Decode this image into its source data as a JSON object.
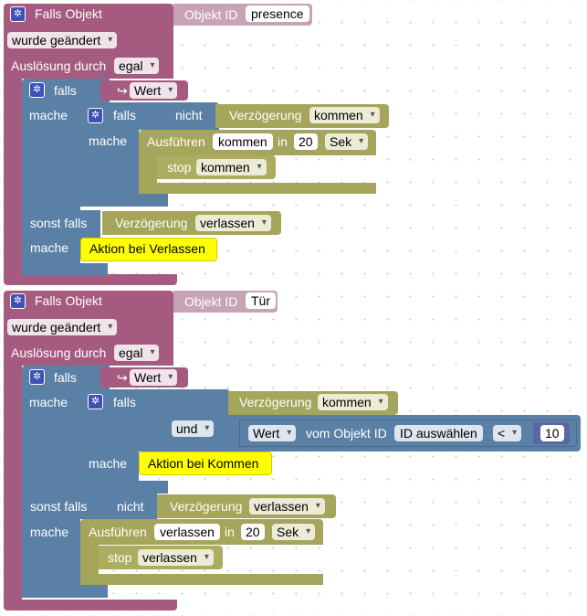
{
  "block1": {
    "header": "Falls Objekt",
    "obj_label": "Objekt ID",
    "obj_value": "presence",
    "change": "wurde geändert",
    "trigger_label": "Auslösung durch",
    "trigger_value": "egal",
    "if1": {
      "falls": "falls",
      "mache": "mache",
      "value": "Wert",
      "value_icon": "↪",
      "inner": {
        "falls": "falls",
        "nicht": "nicht",
        "delay_label": "Verzögerung",
        "delay_value": "kommen",
        "mache": "mache",
        "run_label": "Ausführen",
        "run_value": "kommen",
        "in": "in",
        "num": "20",
        "unit": "Sek",
        "stop": "stop",
        "stop_value": "kommen"
      },
      "sonst_falls": "sonst falls",
      "else_delay_label": "Verzögerung",
      "else_delay_value": "verlassen",
      "mache2": "mache",
      "comment": "Aktion bei Verlassen"
    }
  },
  "block2": {
    "header": "Falls Objekt",
    "obj_label": "Objekt ID",
    "obj_value": "Tür",
    "change": "wurde geändert",
    "trigger_label": "Auslösung durch",
    "trigger_value": "egal",
    "if1": {
      "falls": "falls",
      "mache": "mache",
      "value": "Wert",
      "value_icon": "↪",
      "inner": {
        "falls": "falls",
        "delay_label": "Verzögerung",
        "delay_value": "kommen",
        "und": "und",
        "wert": "Wert",
        "vom_obj": "vom Objekt ID",
        "id_select": "ID auswählen",
        "op": "<",
        "num": "10",
        "mache": "mache",
        "comment": "Aktion bei Kommen"
      },
      "sonst_falls": "sonst falls",
      "nicht": "nicht",
      "else_delay_label": "Verzögerung",
      "else_delay_value": "verlassen",
      "mache2": "mache",
      "run_label": "Ausführen",
      "run_value": "verlassen",
      "in": "in",
      "num": "20",
      "unit": "Sek",
      "stop": "stop",
      "stop_value": "verlassen"
    }
  },
  "colors": {
    "trigger": "#a55b80",
    "logic": "#5b80a5",
    "timeouts": "#a5a55b",
    "comment": "#ffff00",
    "gear": "#3f51b5"
  },
  "icons": {
    "gear": "gear-icon",
    "arrow": "return-arrow-icon"
  }
}
